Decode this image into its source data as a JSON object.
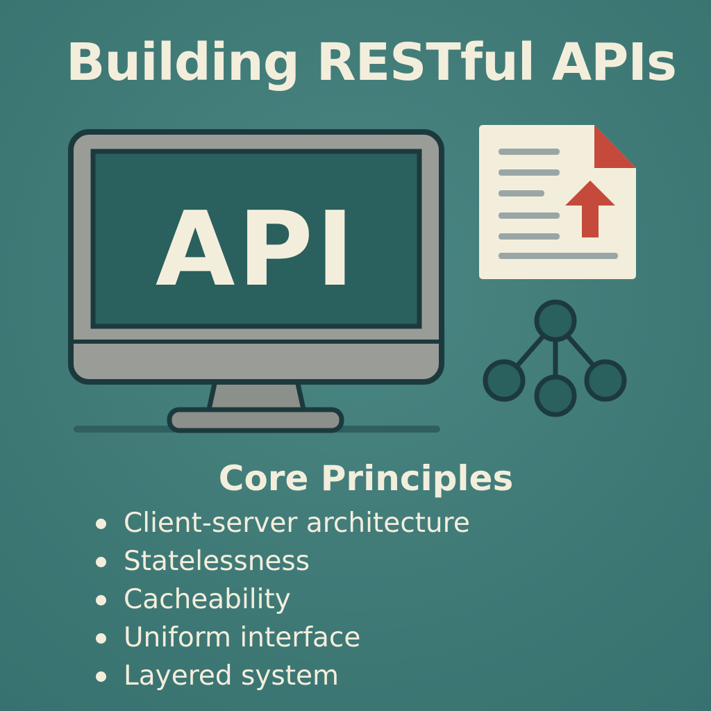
{
  "title": "Building RESTful APIs",
  "monitor": {
    "screen_text": "API",
    "icon": "monitor-icon"
  },
  "document": {
    "icon": "document-upload-icon"
  },
  "network": {
    "icon": "network-tree-icon"
  },
  "principles": {
    "heading": "Core Principles",
    "items": [
      {
        "label": "Client-server architecture"
      },
      {
        "label": "Statelessness"
      },
      {
        "label": "Cacheability"
      },
      {
        "label": "Uniform interface"
      },
      {
        "label": "Layered system"
      }
    ]
  },
  "colors": {
    "background": "#3f7b78",
    "text": "#f3eedc",
    "screen": "#2a605e",
    "bezel": "#9a9d97",
    "outline": "#1c3a3d",
    "arrow": "#c54a3b"
  }
}
